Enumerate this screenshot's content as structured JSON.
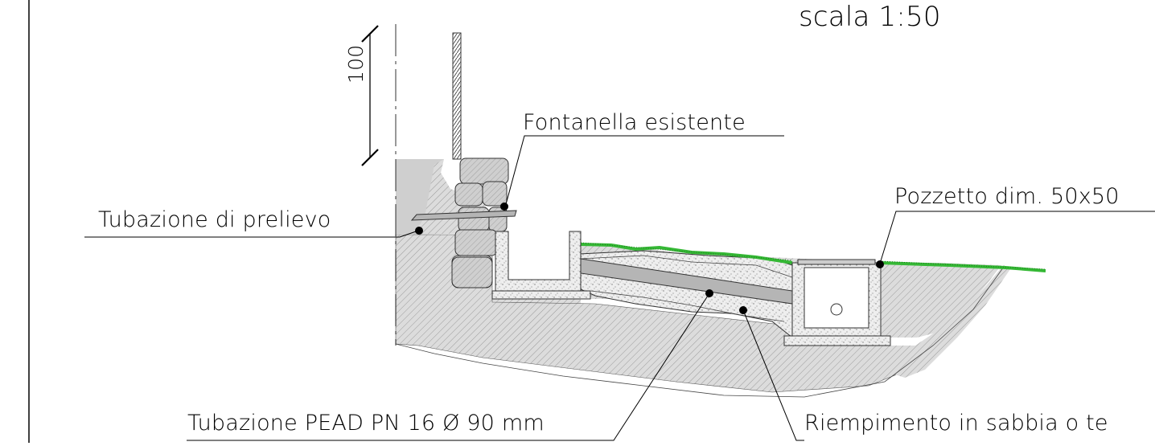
{
  "scale_label": "scala 1:50",
  "dimension_label": "100",
  "labels": {
    "fontanella": "Fontanella esistente",
    "pozzetto": "Pozzetto dim. 50x50",
    "prelievo": "Tubazione di prelievo",
    "pead": "Tubazione PEAD PN 16 Ø 90 mm",
    "riempimento": "Riempimento in sabbia o te"
  },
  "colors": {
    "line": "#000000",
    "soil": "#d9d9d9",
    "grass": "#35b835",
    "sand": "#ececec",
    "pipe": "#b5b5b5",
    "stone": "#c8c8c8"
  }
}
